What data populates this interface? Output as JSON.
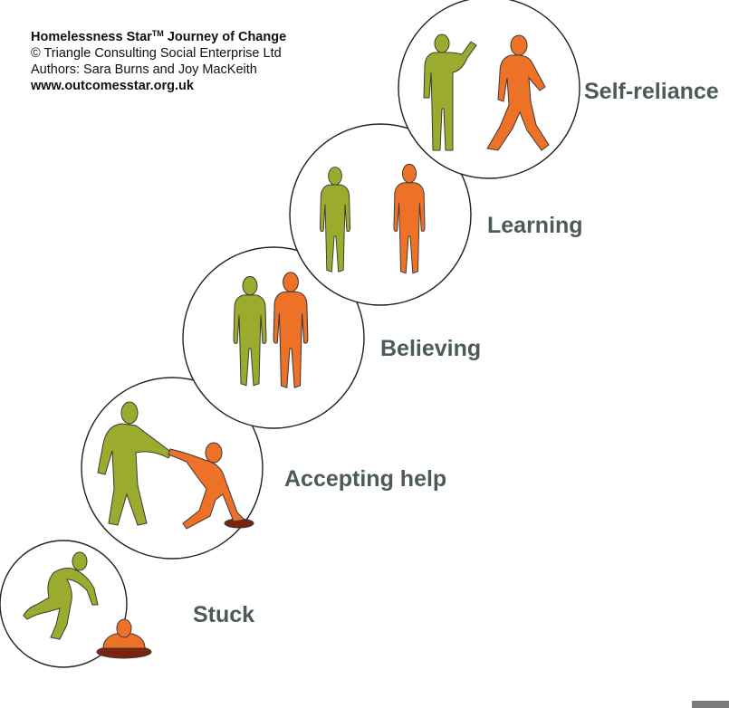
{
  "header": {
    "title": "Homelessness Star",
    "title_tm": "TM",
    "title_rest": " Journey of Change",
    "copyright": "© Triangle Consulting Social Enterprise Ltd",
    "authors": "Authors: Sara Burns and Joy MacKeith",
    "url": "www.outcomesstar.org.uk"
  },
  "stages": [
    {
      "label": "Stuck"
    },
    {
      "label": "Accepting help"
    },
    {
      "label": "Believing"
    },
    {
      "label": "Learning"
    },
    {
      "label": "Self-reliance"
    }
  ],
  "colors": {
    "helper": "#9aab2e",
    "client": "#ee7128",
    "outline": "#3a3a3a",
    "hole": "#7a2410",
    "label": "#4d5a5a"
  }
}
